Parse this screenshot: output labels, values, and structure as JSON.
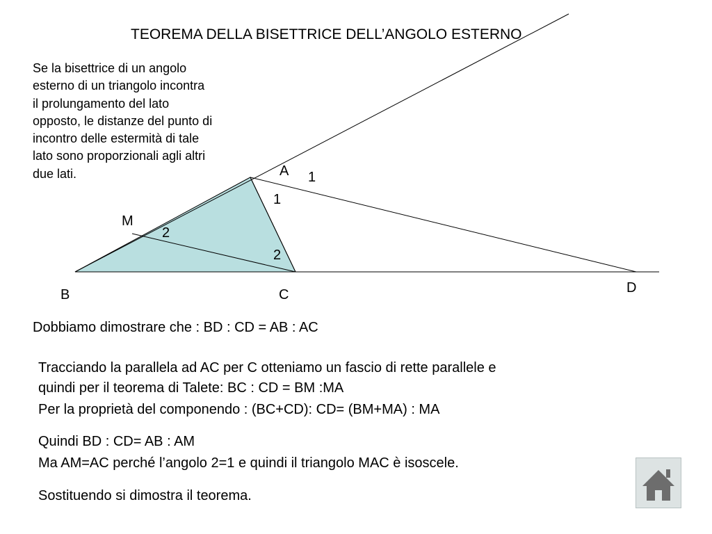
{
  "title": "TEOREMA DELLA BISETTRICE DELL’ANGOLO ESTERNO",
  "intro_lines": [
    "Se la bisettrice di un angolo",
    "esterno di un triangolo incontra",
    "il prolungamento del lato",
    "opposto, le distanze del punto di",
    "incontro delle estermità di tale",
    "lato sono proporzionali agli altri",
    "due lati."
  ],
  "figure": {
    "points": {
      "A": {
        "label": "A"
      },
      "B": {
        "label": "B"
      },
      "C": {
        "label": "C"
      },
      "D": {
        "label": "D"
      },
      "M": {
        "label": "M"
      }
    },
    "angle_marks": {
      "exterior_top": "1",
      "interior_A": "1",
      "at_M": "2",
      "at_C": "2"
    },
    "triangle_fill": "#b9dfe0",
    "line_color": "#000000"
  },
  "proof": {
    "goal": "Dobbiamo dimostrare che :  BD : CD = AB : AC",
    "step1_line1": "Tracciando la parallela ad AC per C otteniamo un fascio di rette parallele e",
    "step1_line2": "quindi per il teorema di Talete:  BC : CD = BM :MA",
    "step2": "Per la proprietà del componendo : (BC+CD): CD= (BM+MA) : MA",
    "step3": "Quindi BD : CD= AB : AM",
    "step4": "Ma AM=AC perché l’angolo 2=1 e quindi il triangolo MAC è isoscele.",
    "conclusion": "Sostituendo  si dimostra il teorema."
  },
  "home_button": {
    "icon": "home-icon",
    "bg": "#dde3e3",
    "icon_color": "#6d6d6d"
  }
}
